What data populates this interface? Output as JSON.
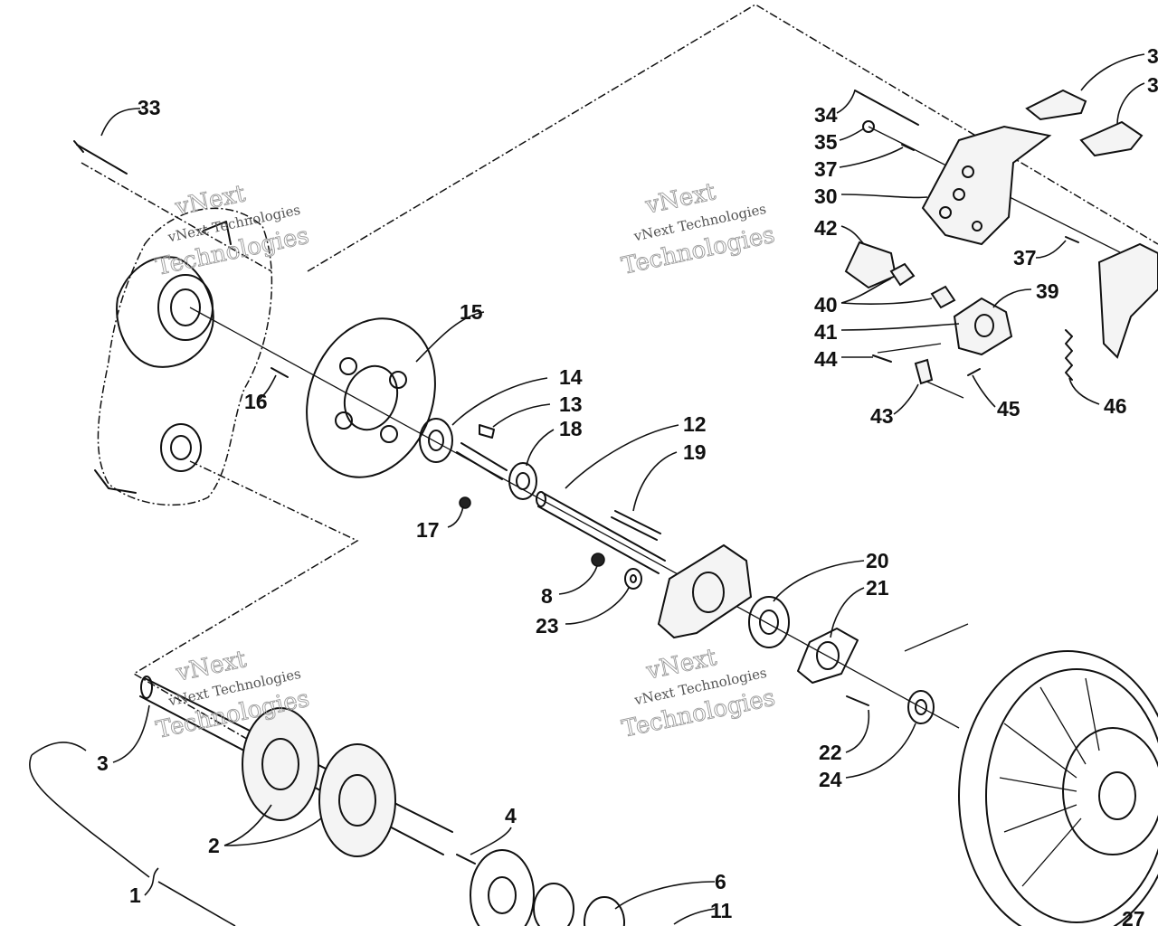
{
  "watermark": {
    "brand": "vNext",
    "line1": "vNext Technologies",
    "line2": "Technologies"
  },
  "callouts": {
    "c1": "1",
    "c2": "2",
    "c3": "3",
    "c4": "4",
    "c6": "6",
    "c8": "8",
    "c11": "11",
    "c12": "12",
    "c13": "13",
    "c14": "14",
    "c15": "15",
    "c16": "16",
    "c17": "17",
    "c18": "18",
    "c19": "19",
    "c20": "20",
    "c21": "21",
    "c22": "22",
    "c23": "23",
    "c24": "24",
    "c27": "27",
    "c30": "30",
    "c31": "3",
    "c32": "3",
    "c33": "33",
    "c34": "34",
    "c35": "35",
    "c37a": "37",
    "c37b": "37",
    "c39": "39",
    "c40": "40",
    "c41": "41",
    "c42": "42",
    "c43": "43",
    "c44": "44",
    "c45": "45",
    "c46": "46"
  }
}
